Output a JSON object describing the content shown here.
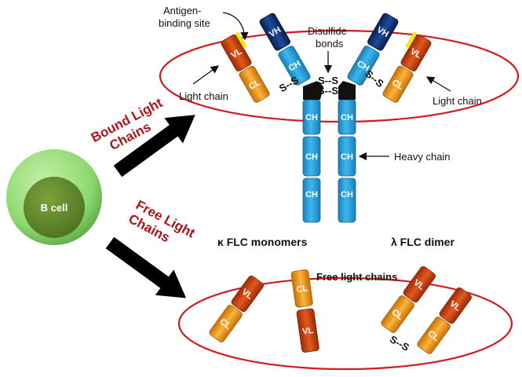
{
  "labels": {
    "antigen_binding_site": [
      "Antigen-",
      "binding site"
    ],
    "disulfide_bonds": [
      "Disulfide",
      "bonds"
    ],
    "light_chain_left": "Light chain",
    "light_chain_right": "Light chain",
    "heavy_chain": "Heavy chain",
    "b_cell": "B cell",
    "bound_light_chains": [
      "Bound Light",
      "Chains"
    ],
    "free_light_chains_side": [
      "Free Light",
      "Chains"
    ],
    "kappa_monomers": "κ FLC monomers",
    "lambda_dimer": "λ FLC dimer",
    "free_light_chains": "Free light chains"
  },
  "segments": {
    "vh": "VH",
    "vl": "VL",
    "ch": "CH",
    "cl": "CL",
    "disulfide": "S--S"
  },
  "colors": {
    "ellipse": "#d01c1c",
    "heavy_chain": "#29a8e0",
    "heavy_variable": "#0e2c6e",
    "light_variable": "#c9400f",
    "light_constant": "#f09a1c",
    "antigen_site": "#f5e61a",
    "b_cell_outer": "#8dd870",
    "b_cell_inner": "#5f8a2c",
    "title_red": "#b0121a"
  }
}
